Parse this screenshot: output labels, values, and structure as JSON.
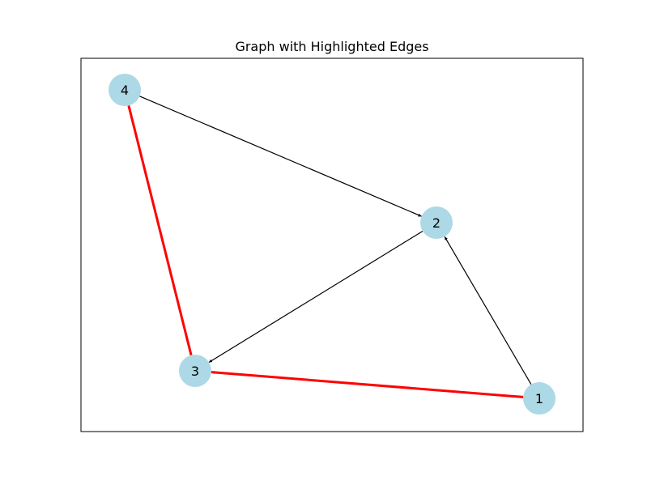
{
  "title": "Graph with Highlighted Edges",
  "colors": {
    "node_fill": "#add8e6",
    "edge_default": "#000000",
    "edge_highlight": "#ff0000",
    "frame": "#000000"
  },
  "nodes": [
    {
      "id": "1",
      "label": "1"
    },
    {
      "id": "2",
      "label": "2"
    },
    {
      "id": "3",
      "label": "3"
    },
    {
      "id": "4",
      "label": "4"
    }
  ],
  "edges": [
    {
      "source": "1",
      "target": "2",
      "highlighted": false
    },
    {
      "source": "2",
      "target": "3",
      "highlighted": false
    },
    {
      "source": "4",
      "target": "2",
      "highlighted": false
    },
    {
      "source": "1",
      "target": "3",
      "highlighted": true
    },
    {
      "source": "3",
      "target": "4",
      "highlighted": true
    }
  ]
}
